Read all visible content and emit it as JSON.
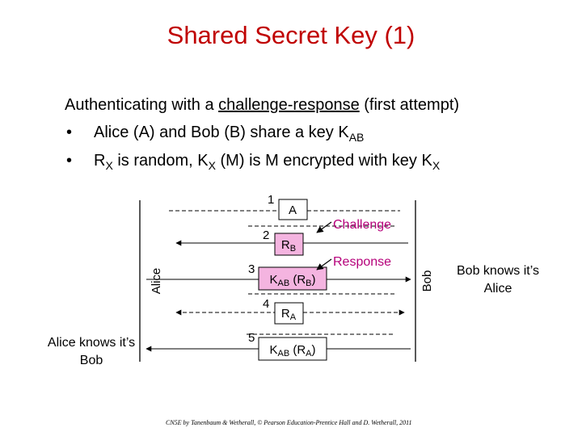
{
  "title": "Shared Secret Key (1)",
  "intro": {
    "prefix": "Authenticating with a ",
    "link": "challenge-response",
    "suffix": " (first attempt)"
  },
  "bullets": [
    {
      "marker": "•",
      "html": "Alice (A) and Bob (B) share a key K<sub>AB</sub>"
    },
    {
      "marker": "•",
      "html": "R<sub>X</sub> is random, K<sub>X</sub> (M) is M encrypted with key K<sub>X</sub>"
    }
  ],
  "diagram": {
    "alice_label": "Alice",
    "bob_label": "Bob",
    "messages": [
      {
        "num": "1",
        "label": "A",
        "direction": "to-bob"
      },
      {
        "num": "2",
        "label": "R_B",
        "direction": "to-alice"
      },
      {
        "num": "3",
        "label": "K_AB (R_B)",
        "direction": "to-bob"
      },
      {
        "num": "4",
        "label": "R_A",
        "direction": "to-alice"
      },
      {
        "num": "5",
        "label": "K_AB (R_A)",
        "direction": "to-alice"
      }
    ],
    "callouts": {
      "challenge": "Challenge",
      "response": "Response"
    }
  },
  "side_notes": {
    "alice_knows": "Alice knows it’s Bob",
    "bob_knows": "Bob knows it’s Alice"
  },
  "credit": "CN5E by Tanenbaum & Wetherall, © Pearson Education-Prentice Hall and D. Wetherall, 2011",
  "colors": {
    "title": "#c00000",
    "highlight_box": "#f4b4e0",
    "callout": "#b5007a"
  }
}
